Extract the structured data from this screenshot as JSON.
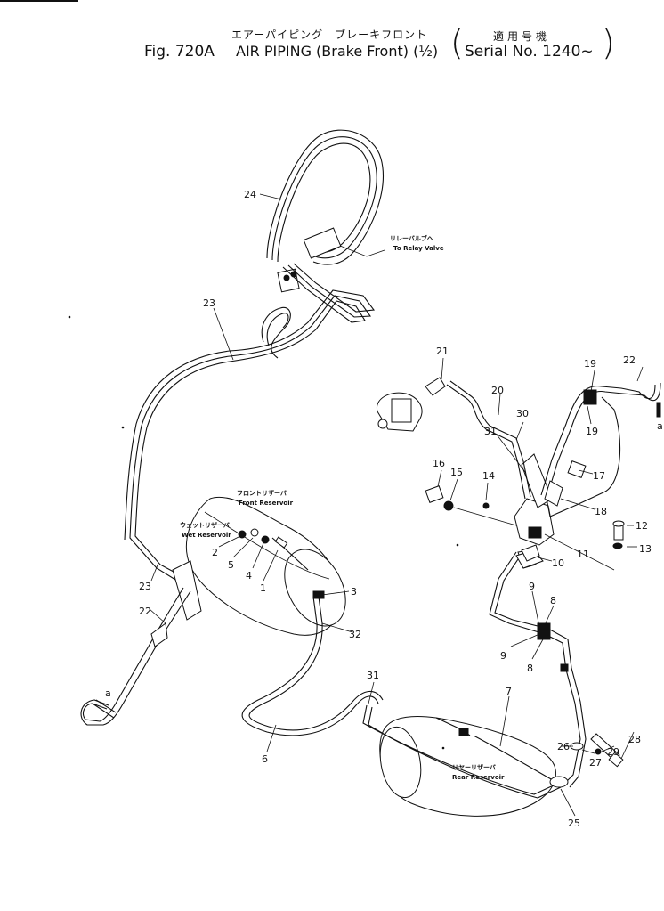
{
  "header": {
    "title_jp": "エアーパイピング　ブレーキフロント",
    "figure_no": "Fig. 720A",
    "title_en": "AIR  PIPING (Brake Front) (½)",
    "serial_jp": "適用号機",
    "serial_en": "Serial No. 1240~"
  },
  "notes": {
    "relay_jp": "リレーバルブへ",
    "relay_en": "To Relay Valve",
    "front_jp": "フロントリザーバ",
    "front_en": "Front Reservoir",
    "wet_jp": "ウェットリザーバ",
    "wet_en": "Wet Reservoir",
    "rear_jp": "リヤーリザーバ",
    "rear_en": "Rear Reservoir"
  },
  "callouts": [
    {
      "id": "c24",
      "label": "24"
    },
    {
      "id": "c23a",
      "label": "23"
    },
    {
      "id": "c23b",
      "label": "23"
    },
    {
      "id": "c22a",
      "label": "22"
    },
    {
      "id": "c22b",
      "label": "22"
    },
    {
      "id": "c21",
      "label": "21"
    },
    {
      "id": "c20",
      "label": "20"
    },
    {
      "id": "c19a",
      "label": "19"
    },
    {
      "id": "c19b",
      "label": "19"
    },
    {
      "id": "c30",
      "label": "30"
    },
    {
      "id": "c31a",
      "label": "31"
    },
    {
      "id": "c31b",
      "label": "31"
    },
    {
      "id": "c16",
      "label": "16"
    },
    {
      "id": "c15",
      "label": "15"
    },
    {
      "id": "c14",
      "label": "14"
    },
    {
      "id": "c17",
      "label": "17"
    },
    {
      "id": "c18",
      "label": "18"
    },
    {
      "id": "c12",
      "label": "12"
    },
    {
      "id": "c13",
      "label": "13"
    },
    {
      "id": "c11",
      "label": "11"
    },
    {
      "id": "c10",
      "label": "10"
    },
    {
      "id": "c9a",
      "label": "9"
    },
    {
      "id": "c9b",
      "label": "9"
    },
    {
      "id": "c8a",
      "label": "8"
    },
    {
      "id": "c8b",
      "label": "8"
    },
    {
      "id": "c2",
      "label": "2"
    },
    {
      "id": "c5",
      "label": "5"
    },
    {
      "id": "c4",
      "label": "4"
    },
    {
      "id": "c1",
      "label": "1"
    },
    {
      "id": "c3",
      "label": "3"
    },
    {
      "id": "c32",
      "label": "32"
    },
    {
      "id": "c6",
      "label": "6"
    },
    {
      "id": "c7",
      "label": "7"
    },
    {
      "id": "c26",
      "label": "26"
    },
    {
      "id": "c27",
      "label": "27"
    },
    {
      "id": "c29",
      "label": "29"
    },
    {
      "id": "c28",
      "label": "28"
    },
    {
      "id": "c25",
      "label": "25"
    },
    {
      "id": "ca1",
      "label": "a"
    },
    {
      "id": "ca2",
      "label": "a"
    }
  ]
}
